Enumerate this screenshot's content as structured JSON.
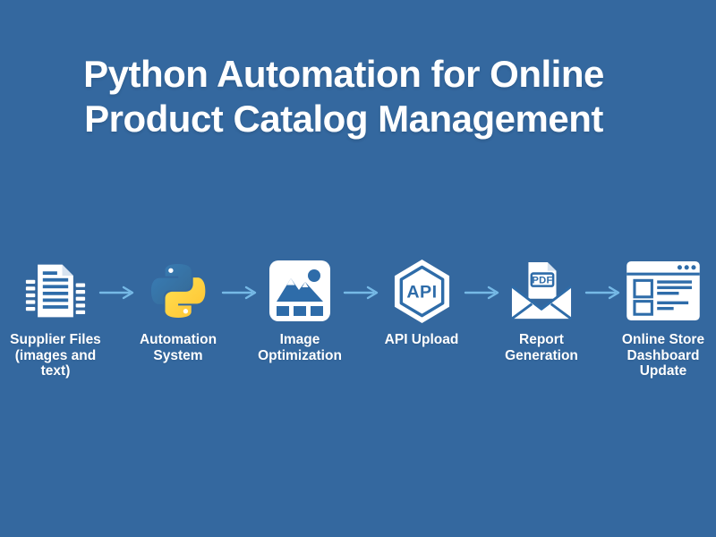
{
  "title": {
    "lines": [
      "Python Automation for Online",
      "Product Catalog Management"
    ]
  },
  "colors": {
    "background": "#34689F",
    "icon_blue": "#2E6CA9",
    "arrow_blue": "#76B9E6",
    "title_text": "#FFFFFF",
    "icon_white": "#FFFFFF",
    "python_blue_top": "#387EB8",
    "python_blue_bottom": "#366994",
    "python_yellow_top": "#FFE052",
    "python_yellow_bottom": "#FFC331"
  },
  "steps": [
    {
      "label": "Supplier Files (images and text)",
      "icon": "document-files-icon"
    },
    {
      "label": "Automation System",
      "icon": "python-logo-icon"
    },
    {
      "label": "Image Optimization",
      "icon": "image-photo-icon"
    },
    {
      "label": "API Upload",
      "icon": "api-hexagon-icon",
      "icon_text": "API"
    },
    {
      "label": "Report Generation",
      "icon": "pdf-envelope-icon",
      "icon_text": "PDF"
    },
    {
      "label": "Online Store Dashboard Update",
      "icon": "browser-dashboard-icon"
    }
  ],
  "arrow": {
    "name": "right-arrow",
    "count": 5
  }
}
